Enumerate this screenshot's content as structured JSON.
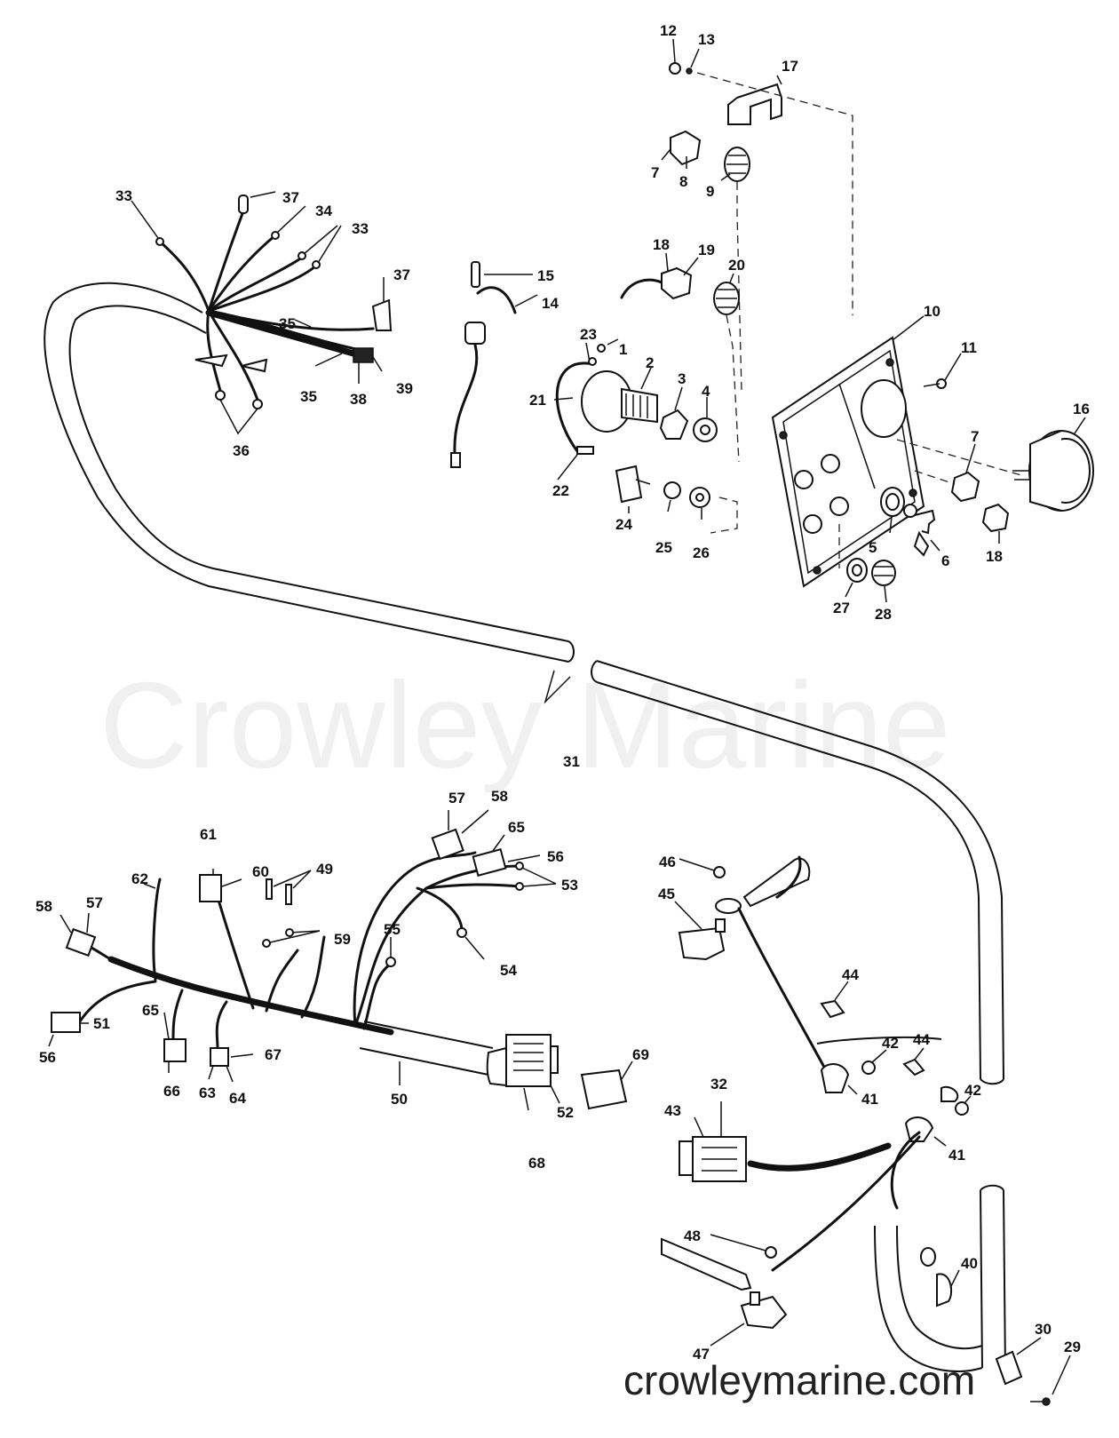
{
  "watermark": "Crowley Marine",
  "site": "crowleymarine.com",
  "labels": {
    "l1": "1",
    "l2": "2",
    "l3": "3",
    "l4": "4",
    "l5": "5",
    "l6": "6",
    "l7": "7",
    "l7b": "7",
    "l8": "8",
    "l9": "9",
    "l10": "10",
    "l11": "11",
    "l12": "12",
    "l13": "13",
    "l14": "14",
    "l15": "15",
    "l16": "16",
    "l17": "17",
    "l18": "18",
    "l18b": "18",
    "l19": "19",
    "l20": "20",
    "l21": "21",
    "l22": "22",
    "l23": "23",
    "l24": "24",
    "l25": "25",
    "l26": "26",
    "l27": "27",
    "l28": "28",
    "l29": "29",
    "l30": "30",
    "l31": "31",
    "l32": "32",
    "l33": "33",
    "l33b": "33",
    "l34": "34",
    "l35": "35",
    "l35b": "35",
    "l36": "36",
    "l37": "37",
    "l37b": "37",
    "l38": "38",
    "l39": "39",
    "l40": "40",
    "l41": "41",
    "l41b": "41",
    "l42": "42",
    "l42b": "42",
    "l43": "43",
    "l44": "44",
    "l44b": "44",
    "l45": "45",
    "l46": "46",
    "l47": "47",
    "l48": "48",
    "l49": "49",
    "l50": "50",
    "l51": "51",
    "l52": "52",
    "l53": "53",
    "l54": "54",
    "l55": "55",
    "l56": "56",
    "l56b": "56",
    "l57": "57",
    "l57b": "57",
    "l58": "58",
    "l58b": "58",
    "l59": "59",
    "l60": "60",
    "l61": "61",
    "l62": "62",
    "l63": "63",
    "l64": "64",
    "l65": "65",
    "l65b": "65",
    "l66": "66",
    "l67": "67",
    "l68": "68",
    "l69": "69"
  }
}
